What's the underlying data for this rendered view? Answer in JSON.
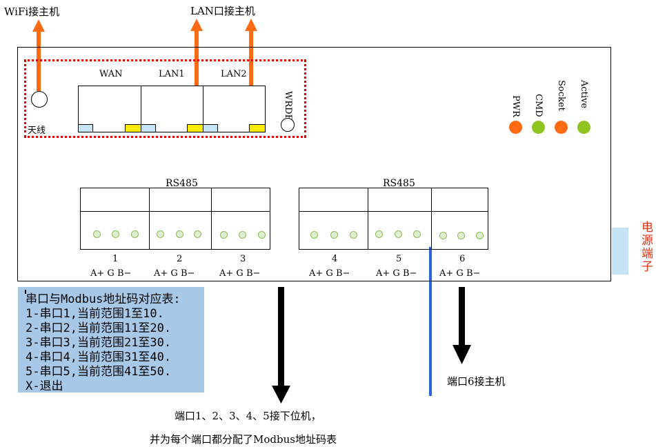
{
  "labels": {
    "wifi_host": "WiFi接主机",
    "lan_host": "LAN口接主机",
    "antenna": "天线",
    "wan": "WAN",
    "lan1": "LAN1",
    "lan2": "LAN2",
    "wrdf": "WRDF",
    "rs485_left": "RS485",
    "rs485_right": "RS485",
    "power_terminal": "电源端子",
    "port6_host": "端口6接主机",
    "ports_note_line1": "端口1、2、3、4、5接下位机，",
    "ports_note_line2": "并为每个端口都分配了Modbus地址码表"
  },
  "leds": [
    {
      "label": "PWR",
      "color": "#ff6a13"
    },
    {
      "label": "CMD",
      "color": "#8fc31f"
    },
    {
      "label": "Socket",
      "color": "#ff6a13"
    },
    {
      "label": "Active",
      "color": "#8fc31f"
    }
  ],
  "serial_ports": [
    {
      "number": "1",
      "pins": [
        "A+",
        "G",
        "B−"
      ]
    },
    {
      "number": "2",
      "pins": [
        "A+",
        "G",
        "B−"
      ]
    },
    {
      "number": "3",
      "pins": [
        "A+",
        "G",
        "B−"
      ]
    },
    {
      "number": "4",
      "pins": [
        "A+",
        "G",
        "B−"
      ]
    },
    {
      "number": "5",
      "pins": [
        "A+",
        "G",
        "B−"
      ]
    },
    {
      "number": "6",
      "pins": [
        "A+",
        "G",
        "B−"
      ]
    }
  ],
  "terminal": {
    "lines": [
      "串口与Modbus地址码对应表:",
      "1-串口1,当前范围1至10.",
      "2-串口2,当前范围11至20.",
      "3-串口3,当前范围21至30.",
      "4-串口4,当前范围31至40.",
      "5-串口5,当前范围41至50.",
      "X-退出"
    ]
  },
  "colors": {
    "orange_arrow": "#ff6a13",
    "dotted_border": "#e00000",
    "terminal_bg": "#a8c8e8",
    "blue_line": "#2b63d9",
    "power_text": "#e03010"
  }
}
